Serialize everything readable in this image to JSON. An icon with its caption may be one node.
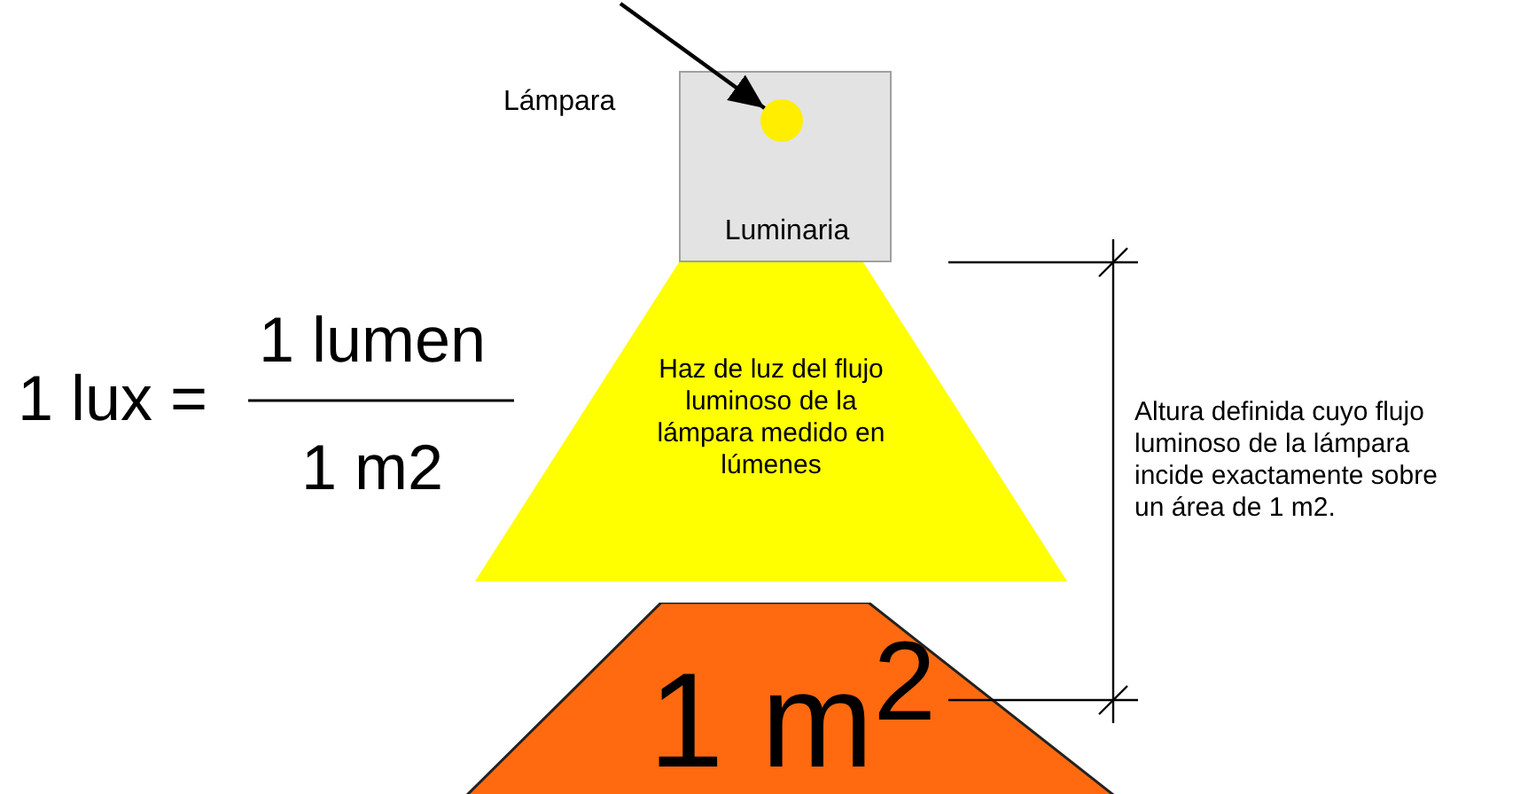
{
  "diagram": {
    "nodes": [
      {
        "text": [
          "Luminaria"
        ]
      },
      {
        "text": [],
        "shape": "circle",
        "in": 0
      },
      {
        "text": [
          "Haz de luz del flujo luminoso de la lámpara medido en lúmenes"
        ]
      },
      {
        "text": [
          "1 m$^{2}$"
        ]
      }
    ],
    "edges": [
      {
        "from": null,
        "to": 1,
        "arrow": "to"
      }
    ],
    "labels": [
      "Lámpara",
      "1 lux =",
      "1 lumen",
      "1 m2",
      "Altura definida cuyo flujo luminoso de la lámpara incide exactamente sobre un área de 1 m2."
    ]
  }
}
